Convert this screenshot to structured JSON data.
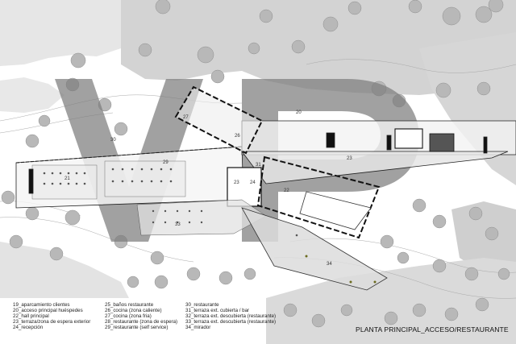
{
  "plan": {
    "title": "PLANTA PRINCIPAL_ACCESO/RESTAURANTE",
    "watermark": "VP",
    "room_labels": [
      {
        "id": "l20",
        "text": "20"
      },
      {
        "id": "l21",
        "text": "21"
      },
      {
        "id": "l22",
        "text": "22"
      },
      {
        "id": "l23",
        "text": "23"
      },
      {
        "id": "l24",
        "text": "24"
      },
      {
        "id": "l26",
        "text": "26"
      },
      {
        "id": "l27",
        "text": "27"
      },
      {
        "id": "l29",
        "text": "29"
      },
      {
        "id": "l30",
        "text": "30"
      },
      {
        "id": "l31",
        "text": "31"
      },
      {
        "id": "l33",
        "text": "33"
      },
      {
        "id": "l34",
        "text": "34"
      },
      {
        "id": "l23b",
        "text": "23"
      }
    ],
    "legend": [
      [
        "19_aparcamiento clientes",
        "20_acceso principal huéspedes",
        "22_hall principal",
        "23_terraza/zona de espera exterior",
        "24_recepción"
      ],
      [
        "25_baños restaurante",
        "26_cocina (zona caliente)",
        "27_cocina (zona fria)",
        "28_restaurante (zona de espera)",
        "29_restaurante (self service)"
      ],
      [
        "30_restaurante",
        "31_terraza ext. cubierta / bar",
        "32_terraza ext. descubierta (restaurante)",
        "33_terraza ext. descubierta (restaurante)",
        "34_mirador"
      ]
    ]
  },
  "colors": {
    "watermark": "#7d7d7d",
    "landscape": "#cfcfcf",
    "trees": "#b5b5b5",
    "line": "#111111"
  }
}
